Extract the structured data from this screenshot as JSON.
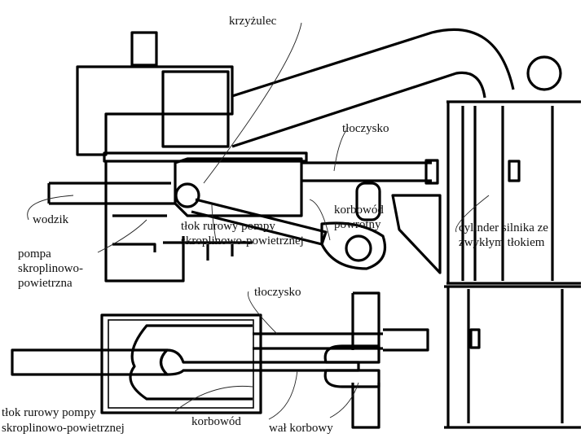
{
  "title": "Steam engine with condensate-air pump drive",
  "upper_view": {
    "labels": {
      "crosshead": "krzyżulec",
      "piston_rod": "tłoczysko",
      "guide": "wodzik",
      "pump_line1": "pompa",
      "pump_line2": "skroplinowo-",
      "pump_line3": "powietrzna",
      "trunk_piston_line1": "tłok rurowy pompy",
      "trunk_piston_line2": "skroplinowo-powietrznej",
      "return_rod_line1": "korbowód",
      "return_rod_line2": "powrotny",
      "cylinder_line1": "cylinder silnika ze",
      "cylinder_line2": "zwykłym tłokiem"
    }
  },
  "lower_view": {
    "labels": {
      "piston_rod": "tłoczysko",
      "trunk_piston_line1": "tłok rurowy pompy",
      "trunk_piston_line2": "skroplinowo-powietrznej",
      "connecting_rod": "korbowód",
      "crankshaft": "wał korbowy"
    }
  }
}
